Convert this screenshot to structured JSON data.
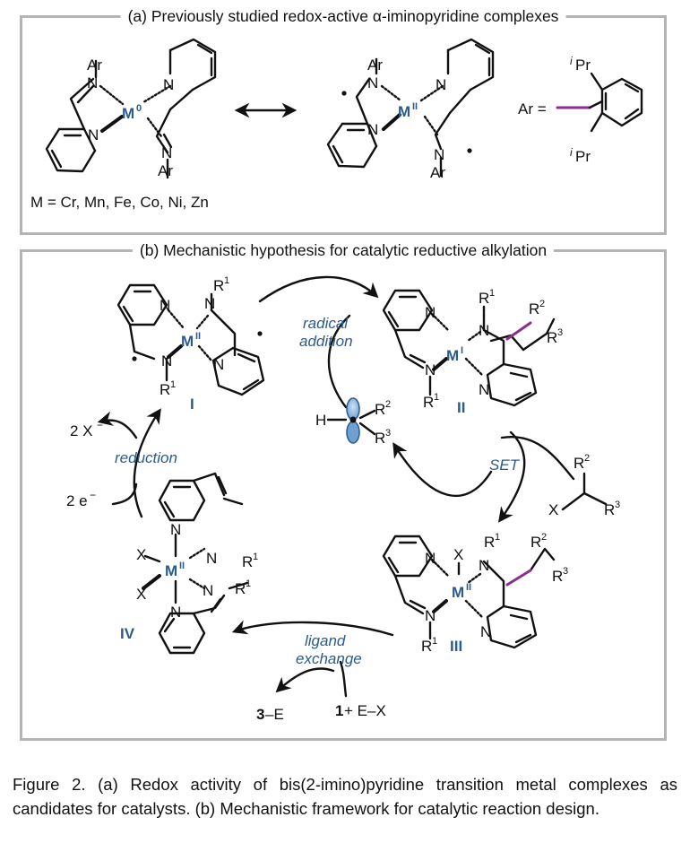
{
  "panel_a": {
    "title": "(a) Previously studied redox-active α-iminopyridine complexes",
    "complex_left_metal": "M",
    "complex_left_ox": "0",
    "complex_right_metal": "M",
    "complex_right_ox": "II",
    "ar_label": "Ar",
    "ar_eq": "Ar =",
    "ipr": "Pr",
    "ipr_sup": "i",
    "n_label": "N",
    "metals_line": "M = Cr, Mn, Fe, Co, Ni, Zn"
  },
  "panel_b": {
    "title": "(b) Mechanistic hypothesis for catalytic reductive alkylation",
    "complex_I": "I",
    "complex_II": "II",
    "complex_III": "III",
    "complex_IV": "IV",
    "step_radical_addition": [
      "radical",
      "addition"
    ],
    "step_set": "SET",
    "step_reduction": "reduction",
    "step_ligand_exchange": [
      "ligand",
      "exchange"
    ],
    "two_x_minus": "2 X",
    "two_e_minus": "2 e",
    "minus": "−",
    "product": "3",
    "product_suffix": "–E",
    "reactant": "1",
    "reactant_suffix": " + E–X",
    "radical_h": "H",
    "r1": "R",
    "r2": "R",
    "r3": "R",
    "x": "X",
    "metal_M": "M",
    "ox_II": "II",
    "ox_I": "I"
  },
  "caption": "Figure 2. (a) Redox activity of bis(2-imino)pyridine transition metal complexes as candidates for catalysts. (b) Mechanistic framework for catalytic reaction design.",
  "colors": {
    "metal_blue": "#2a5b8c",
    "bond_purple": "#8b2f8f",
    "border_gray": "#b4b4b4",
    "orbital_blue": "#6fa0d4"
  }
}
